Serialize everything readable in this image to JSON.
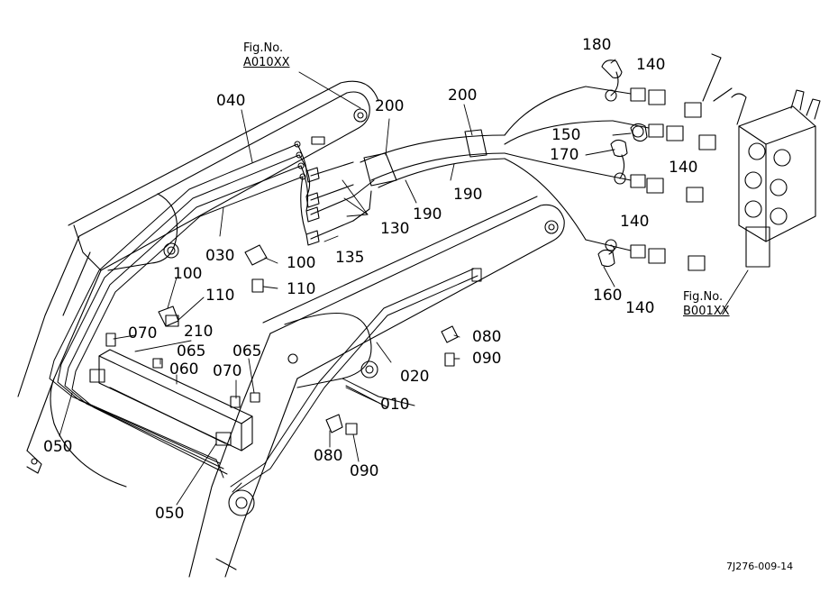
{
  "figure_refs": {
    "upper": {
      "line1": "Fig.No.",
      "line2": "A010XX"
    },
    "lower": {
      "line1": "Fig.No.",
      "line2": "B001XX"
    }
  },
  "labels": {
    "p180": "180",
    "p140a": "140",
    "p200a": "200",
    "p200b": "200",
    "p040": "040",
    "p150": "150",
    "p140b": "140",
    "p170": "170",
    "p190a": "190",
    "p190b": "190",
    "p130": "130",
    "p140c": "140",
    "p030": "030",
    "p100a": "100",
    "p135": "135",
    "p100b": "100",
    "p110a": "110",
    "p110b": "110",
    "p160": "160",
    "p140d": "140",
    "p210": "210",
    "p070a": "070",
    "p065a": "065",
    "p065b": "065",
    "p060": "060",
    "p070b": "070",
    "p080a": "080",
    "p090a": "090",
    "p020": "020",
    "p010": "010",
    "p050a": "050",
    "p080b": "080",
    "p090b": "090",
    "p050b": "050"
  },
  "drawing_code": "7J276-009-14"
}
